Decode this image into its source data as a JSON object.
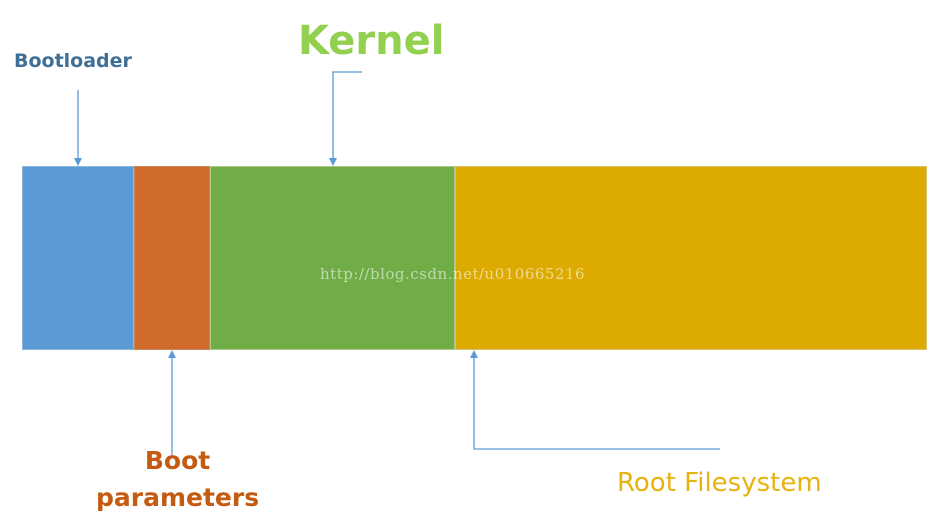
{
  "labels": {
    "bootloader": "Bootloader",
    "kernel": "Kernel",
    "boot_parameters_line1": "Boot",
    "boot_parameters_line2": "parameters",
    "root_filesystem": "Root Filesystem"
  },
  "watermark": "http://blog.csdn.net/u010665216",
  "colors": {
    "bootloader_segment": "#5b9bd5",
    "boot_parameters_segment": "#d06b2c",
    "kernel_segment": "#70ad47",
    "root_filesystem_segment": "#dcaa00",
    "arrow": "#5b9bd5"
  }
}
